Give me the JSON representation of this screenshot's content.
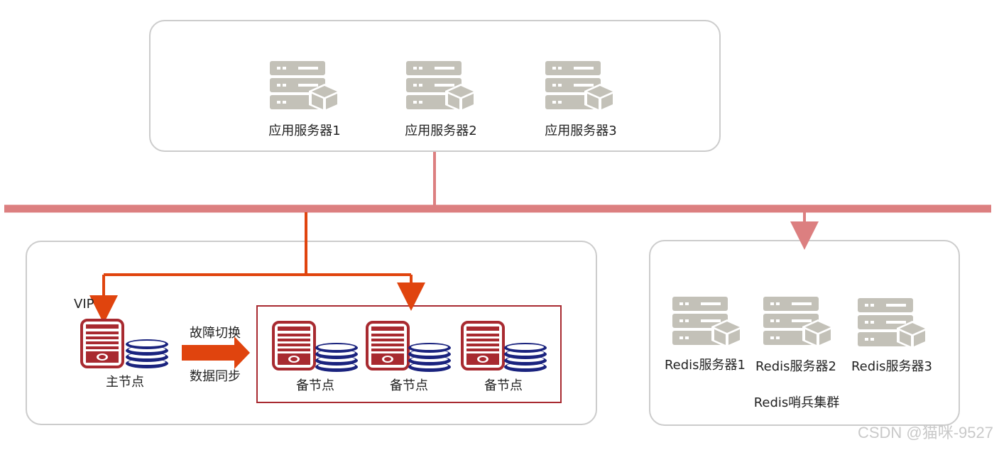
{
  "app_servers": {
    "items": [
      {
        "label": "应用服务器1"
      },
      {
        "label": "应用服务器2"
      },
      {
        "label": "应用服务器3"
      }
    ]
  },
  "db_cluster": {
    "vip_label": "VIP",
    "master_label": "主节点",
    "failover_label": "故障切换",
    "sync_label": "数据同步",
    "backups": [
      {
        "label": "备节点"
      },
      {
        "label": "备节点"
      },
      {
        "label": "备节点"
      }
    ]
  },
  "redis": {
    "items": [
      {
        "label": "Redis服务器1"
      },
      {
        "label": "Redis服务器2"
      },
      {
        "label": "Redis服务器3"
      }
    ],
    "cluster_label": "Redis哨兵集群"
  },
  "watermark": "CSDN @猫咪-9527",
  "colors": {
    "bus": "#dc7f80",
    "orange_link": "#e0440e",
    "db_red": "#a82a30",
    "disk_blue": "#1a237e",
    "server_gray": "#c3c1b8"
  }
}
